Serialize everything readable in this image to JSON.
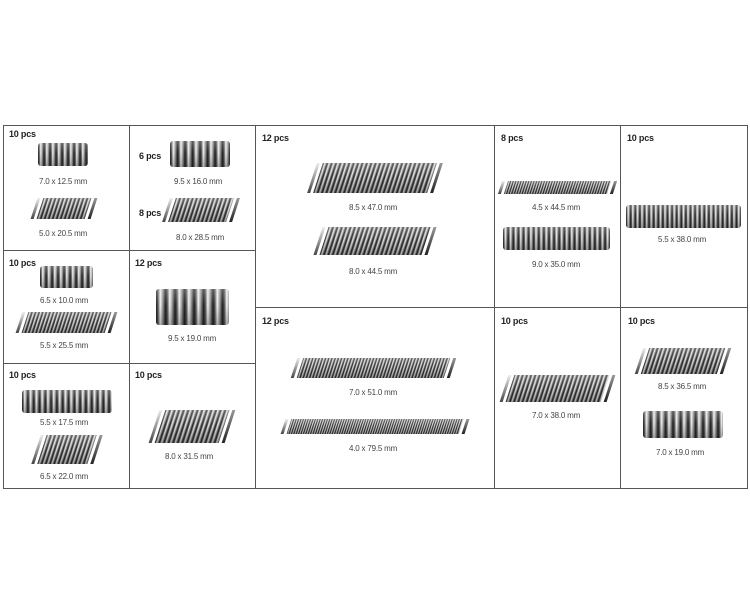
{
  "cells": [
    {
      "pcs": [
        "10 pcs"
      ],
      "springs": [
        {
          "size": "7.0 x 12.5 mm"
        },
        {
          "size": "5.0 x 20.5 mm"
        }
      ]
    },
    {
      "pcs": [
        "6 pcs",
        "8 pcs"
      ],
      "springs": [
        {
          "size": "9.5 x 16.0 mm"
        },
        {
          "size": "8.0 x 28.5 mm"
        }
      ]
    },
    {
      "pcs": [
        "10 pcs"
      ],
      "springs": [
        {
          "size": "6.5 x 10.0 mm"
        },
        {
          "size": "5.5 x 25.5 mm"
        }
      ]
    },
    {
      "pcs": [
        "12 pcs"
      ],
      "springs": [
        {
          "size": "9.5 x 19.0 mm"
        }
      ]
    },
    {
      "pcs": [
        "10 pcs"
      ],
      "springs": [
        {
          "size": "5.5 x 17.5 mm"
        },
        {
          "size": "6.5 x 22.0 mm"
        }
      ]
    },
    {
      "pcs": [
        "10 pcs"
      ],
      "springs": [
        {
          "size": "8.0 x 31.5 mm"
        }
      ]
    },
    {
      "pcs": [
        "12 pcs"
      ],
      "springs": [
        {
          "size": "8.5 x 47.0 mm"
        },
        {
          "size": "8.0 x 44.5 mm"
        }
      ]
    },
    {
      "pcs": [
        "8 pcs"
      ],
      "springs": [
        {
          "size": "4.5 x 44.5 mm"
        },
        {
          "size": "9.0 x 35.0 mm"
        }
      ]
    },
    {
      "pcs": [
        "10 pcs"
      ],
      "springs": [
        {
          "size": "5.5 x 38.0 mm"
        }
      ]
    },
    {
      "pcs": [
        "12 pcs"
      ],
      "springs": [
        {
          "size": "7.0 x 51.0 mm"
        },
        {
          "size": "4.0 x 79.5 mm"
        }
      ]
    },
    {
      "pcs": [
        "10 pcs"
      ],
      "springs": [
        {
          "size": "7.0 x 38.0 mm"
        }
      ]
    },
    {
      "pcs": [
        "10 pcs"
      ],
      "springs": [
        {
          "size": "8.5 x 36.5 mm"
        },
        {
          "size": "7.0 x 19.0 mm"
        }
      ]
    }
  ]
}
